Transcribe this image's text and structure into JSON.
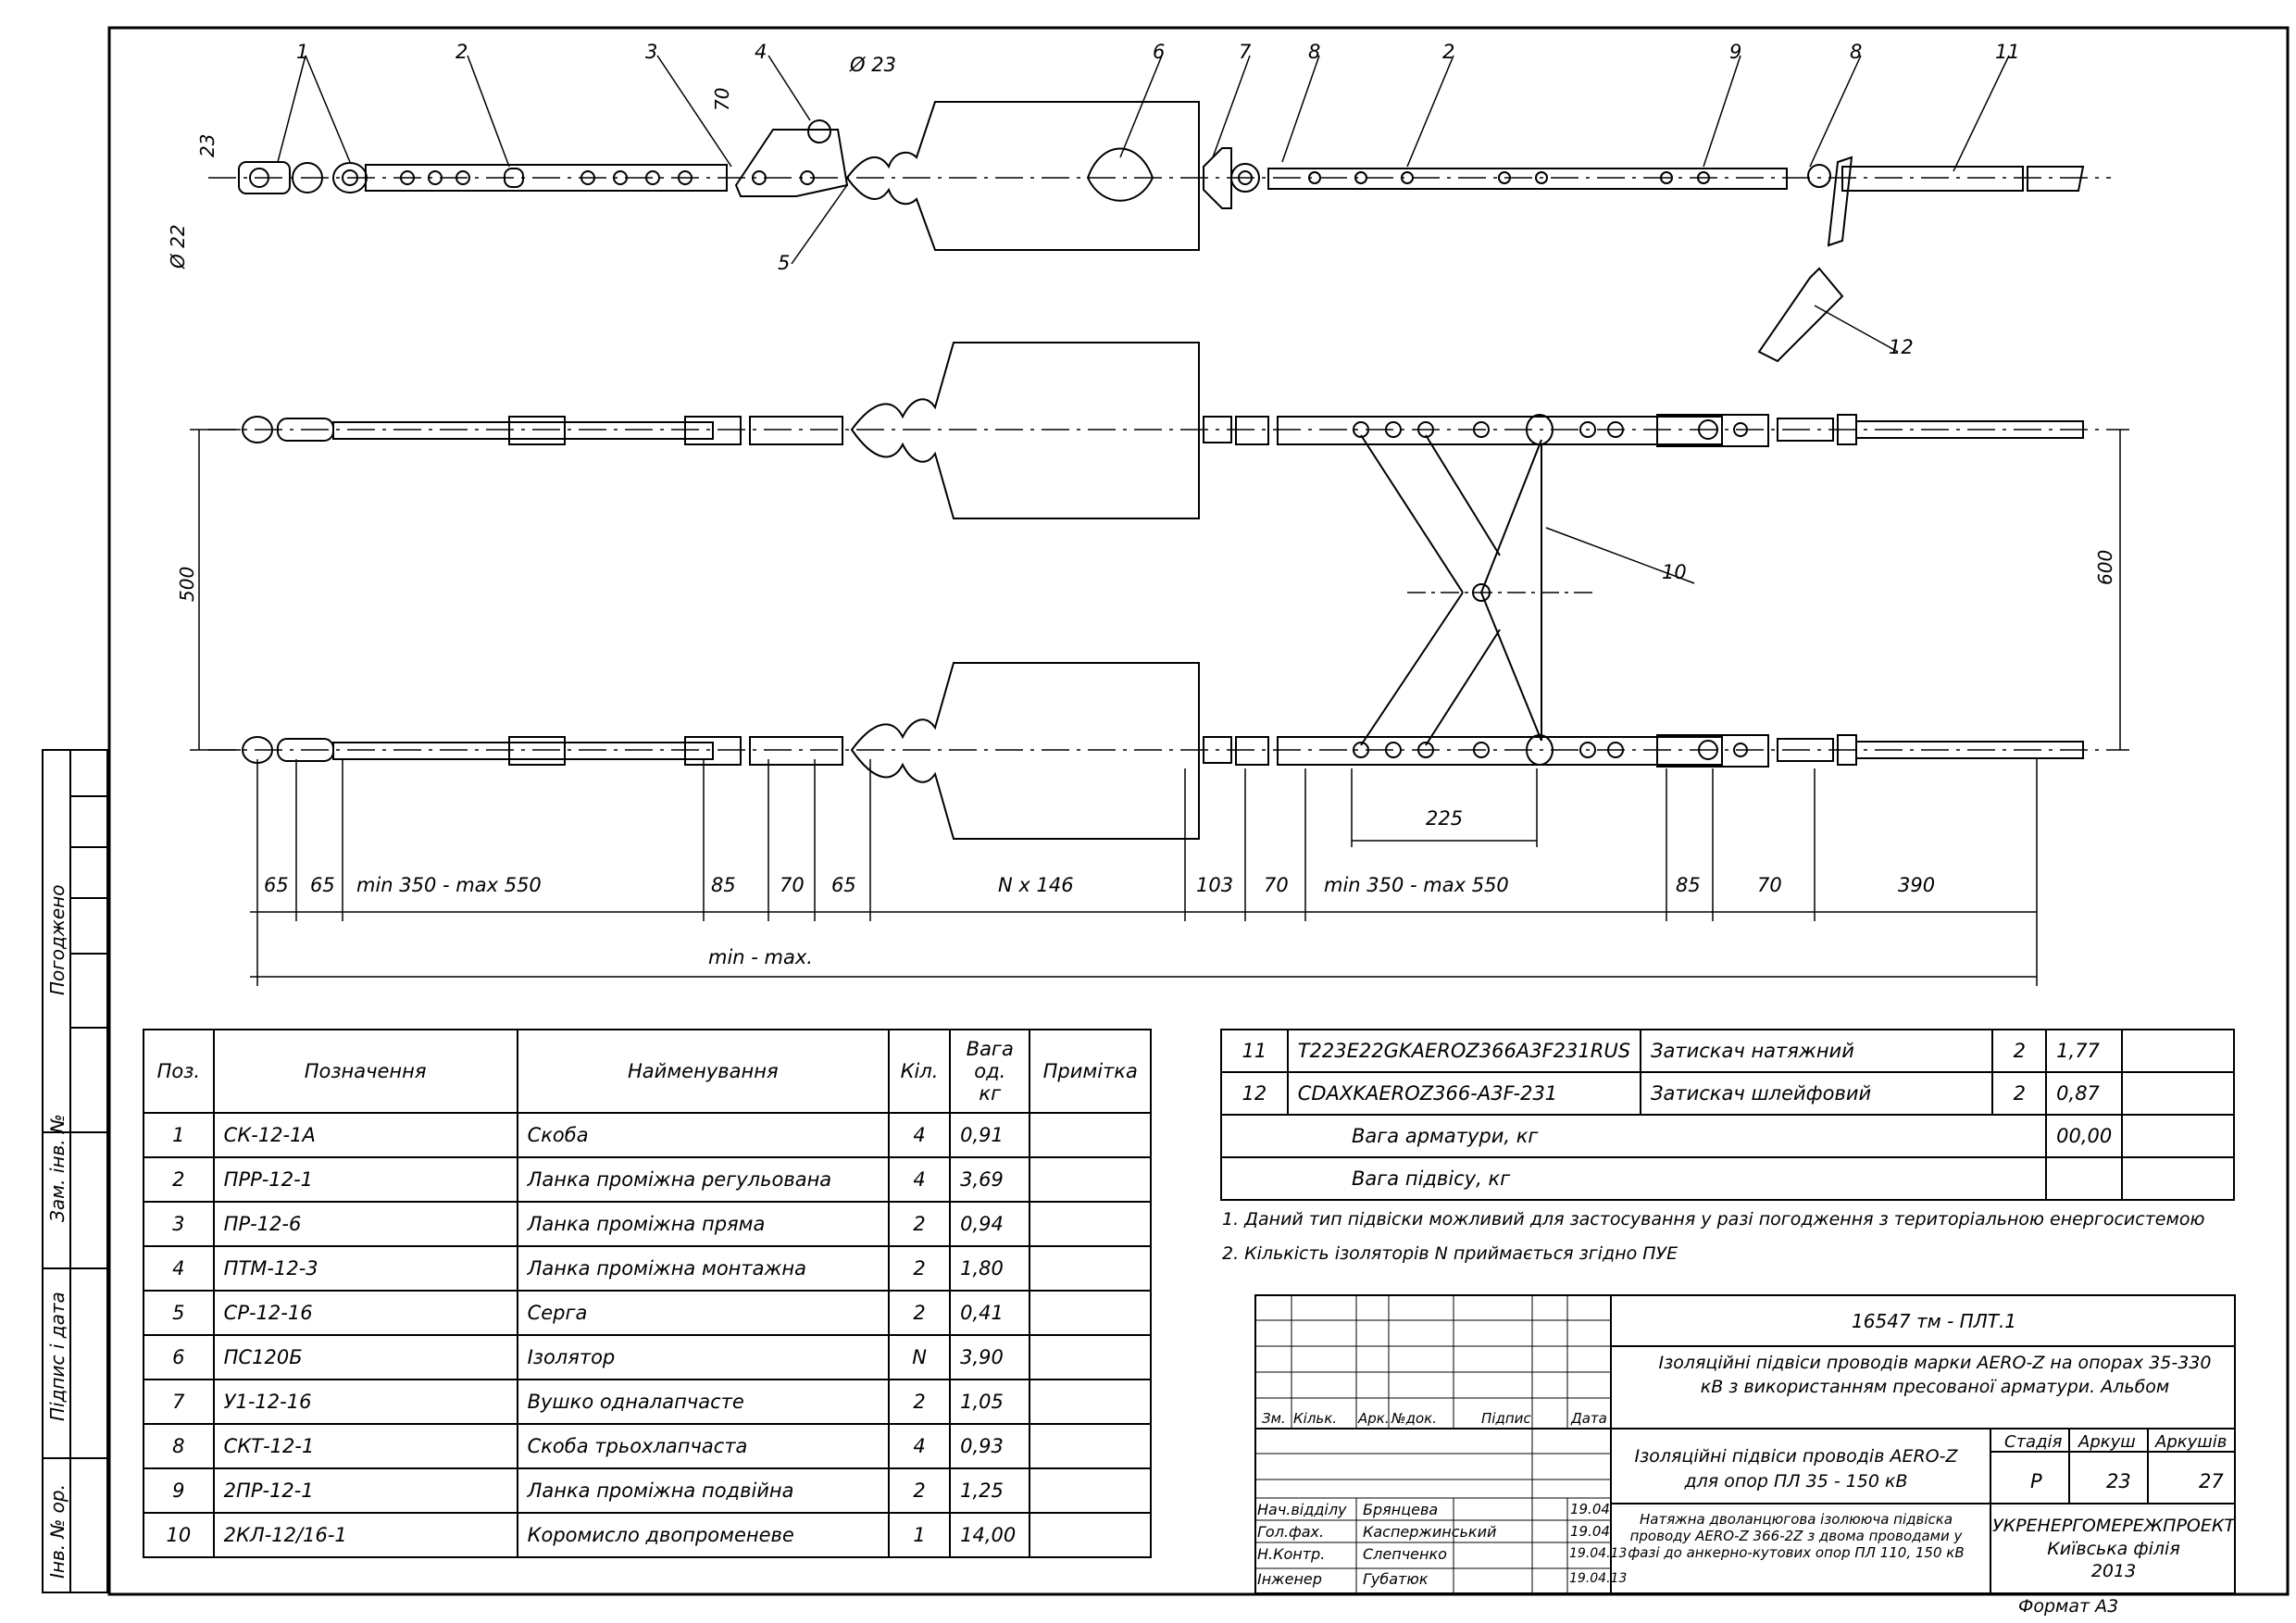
{
  "drawing": {
    "callouts": [
      "1",
      "2",
      "3",
      "4",
      "5",
      "6",
      "7",
      "8",
      "2",
      "9",
      "8",
      "11",
      "12",
      "10"
    ],
    "dims_top": {
      "d22": "Ø 22",
      "d23a": "23",
      "d70": "70",
      "d23b": "Ø 23"
    },
    "dims_side": {
      "h500": "500",
      "h600": "600"
    },
    "dims_bottom": [
      "65",
      "65",
      "min 350 - max 550",
      "85",
      "70",
      "65",
      "N x 146",
      "103",
      "70",
      "min 350 - max 550",
      "85",
      "70",
      "390"
    ],
    "dim_225": "225",
    "dim_total": "min  - max."
  },
  "left_strip": {
    "approved": "Погоджено",
    "replaced_inv": "Зам. інв. №",
    "signature_date": "Підпис і дата",
    "inv_orig": "Інв. № ор."
  },
  "spec_table": {
    "headers": [
      "Поз.",
      "Позначення",
      "Найменування",
      "Кіл.",
      "Вага од. кг",
      "Примітка"
    ],
    "rows": [
      [
        "1",
        "СК-12-1А",
        "Скоба",
        "4",
        "0,91",
        ""
      ],
      [
        "2",
        "ПРР-12-1",
        "Ланка проміжна регульована",
        "4",
        "3,69",
        ""
      ],
      [
        "3",
        "ПР-12-6",
        "Ланка проміжна пряма",
        "2",
        "0,94",
        ""
      ],
      [
        "4",
        "ПТМ-12-3",
        "Ланка проміжна монтажна",
        "2",
        "1,80",
        ""
      ],
      [
        "5",
        "СР-12-16",
        "Серга",
        "2",
        "0,41",
        ""
      ],
      [
        "6",
        "ПС120Б",
        "Ізолятор",
        "N",
        "3,90",
        ""
      ],
      [
        "7",
        "У1-12-16",
        "Вушко одналапчасте",
        "2",
        "1,05",
        ""
      ],
      [
        "8",
        "СКТ-12-1",
        "Скоба трьохлапчаста",
        "4",
        "0,93",
        ""
      ],
      [
        "9",
        "2ПР-12-1",
        "Ланка проміжна подвійна",
        "2",
        "1,25",
        ""
      ],
      [
        "10",
        "2КЛ-12/16-1",
        "Коромисло двопроменеве",
        "1",
        "14,00",
        ""
      ]
    ]
  },
  "spec_table2": {
    "rows": [
      [
        "11",
        "T223E22GKAEROZ366A3F231RUS",
        "Затискач натяжний",
        "2",
        "1,77",
        ""
      ],
      [
        "12",
        "CDAXKAEROZ366-A3F-231",
        "Затискач шлейфовий",
        "2",
        "0,87",
        ""
      ]
    ],
    "fittings_weight_label": "Вага арматури,  кг",
    "fittings_weight": "00,00",
    "string_weight_label": "Вага підвісу,  кг"
  },
  "notes": [
    "1. Даний тип підвіски можливий для застосування у разі погодження з територіальною енергосистемою",
    "2. Кількість ізоляторів N приймається згідно ПУЕ"
  ],
  "title_block": {
    "code": "16547 тм - ПЛТ.1",
    "project_title": "Ізоляційні підвіси проводів марки AERO-Z на опорах 35-330 кВ з використанням пресованої арматури. Альбом",
    "sheet_title": "Ізоляційні підвіси проводів AERO-Z для опор ПЛ 35 - 150 кВ",
    "drawing_title": "Натяжна дволанцюгова ізолююча підвіска проводу AERO-Z 366-2Z з двома проводами у фазі до анкерно-кутових опор ПЛ 110, 150 кВ",
    "rev_headers": [
      "Зм.",
      "Кільк.",
      "Арк.",
      "№док.",
      "Підпис",
      "Дата"
    ],
    "people": [
      {
        "role": "Нач.відділу",
        "name": "Брянцева",
        "date": "19.04"
      },
      {
        "role": "Гол.фах.",
        "name": "Каспержинський",
        "date": "19.04"
      },
      {
        "role": "Н.Контр.",
        "name": "Слепченко",
        "date": "19.04.13"
      },
      {
        "role": "Інженер",
        "name": "Губатюк",
        "date": "19.04.13"
      }
    ],
    "stage_label": "Стадія",
    "sheet_label": "Аркуш",
    "sheets_label": "Аркушів",
    "stage": "Р",
    "sheet": "23",
    "sheets": "27",
    "org": "УКРЕНЕРГОМЕРЕЖПРОЕКТ",
    "branch": "Київська філія",
    "year": "2013",
    "format": "Формат А3"
  }
}
